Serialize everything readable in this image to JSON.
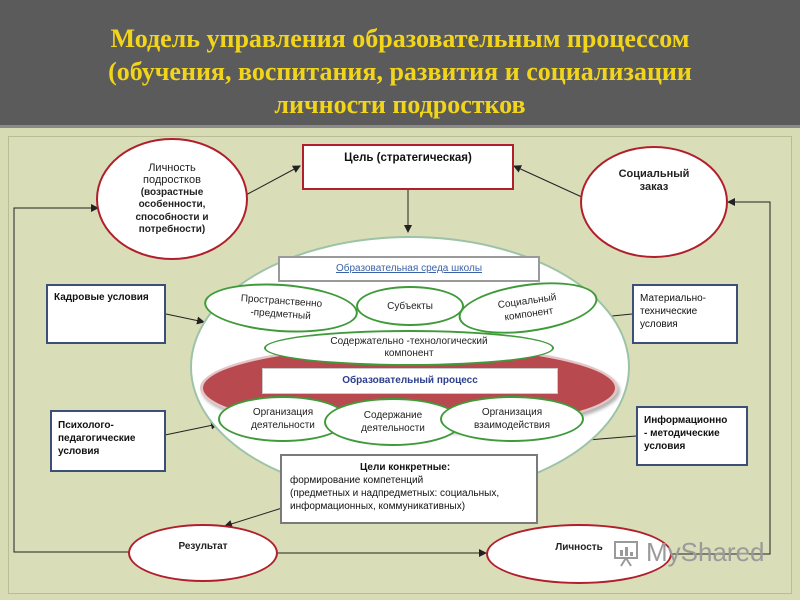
{
  "title": {
    "line1": "Модель управления  образовательным процессом",
    "line2": "(обучения, воспитания, развития  и социализации",
    "line3": "личности подростков"
  },
  "goal_strategic": "Цель (стратегическая)",
  "personality_teens": {
    "line1": "Личность",
    "line2": "подростков",
    "line3": "(возрастные",
    "line4": "особенности,",
    "line5": "способности и",
    "line6": "потребности)"
  },
  "social_order": {
    "line1": "Социальный",
    "line2": "заказ"
  },
  "school_environment": "Образовательная среда школы",
  "spatial_subject": {
    "line1": "Пространственно",
    "line2": "-предметный"
  },
  "subjects": "Субъекты",
  "social_component": {
    "line1": "Социальный",
    "line2": "компонент"
  },
  "content_tech": {
    "line1": "Содержательно -технологический",
    "line2": "компонент"
  },
  "educational_process": "Образовательный процесс",
  "org_activity": {
    "line1": "Организация",
    "line2": "деятельности"
  },
  "content_activity": {
    "line1": "Содержание",
    "line2": "деятельности"
  },
  "org_interaction": {
    "line1": "Организация",
    "line2": "взаимодействия"
  },
  "staff_conditions": "Кадровые условия",
  "material_conditions": {
    "line1": "Материально-",
    "line2": "технические",
    "line3": "условия"
  },
  "psych_conditions": {
    "line1": "Психолого-",
    "line2": "педагогические",
    "line3": "условия"
  },
  "info_conditions": {
    "line1": "Информационно",
    "line2": "- методические",
    "line3": "условия"
  },
  "concrete_goals": {
    "title": "Цели конкретные:",
    "line1": "формирование компетенций",
    "line2": "(предметных и надпредметных: социальных,",
    "line3": "информационных, коммуникативных)"
  },
  "result": "Результат",
  "personality": "Личность",
  "watermark": "MyShared",
  "colors": {
    "header_bg": "#5b5b5b",
    "title": "#f2d51a",
    "panel": "#d9ddb8",
    "box_border": "#3b4f7a",
    "ellipse_border": "#b01f2b",
    "process_band": "#b84a4f",
    "link_text": "#3a62a8"
  }
}
